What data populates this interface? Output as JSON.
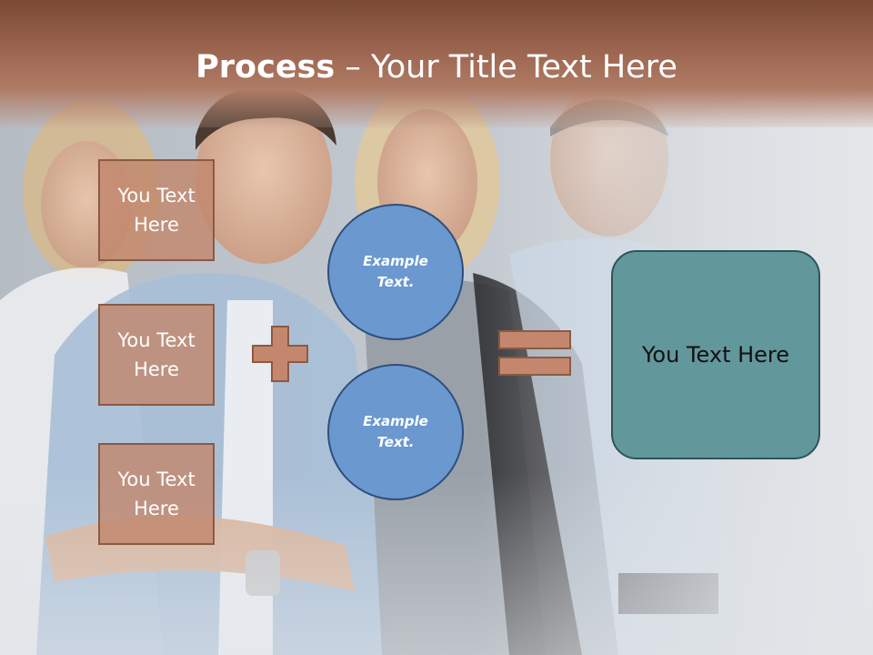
{
  "slide": {
    "title_bold": "Process",
    "title_rest": " – Your Title Text Here"
  },
  "inputs": [
    {
      "text": "You Text Here"
    },
    {
      "text": "You Text Here"
    },
    {
      "text": "You Text Here"
    }
  ],
  "circles": [
    {
      "text": "Example Text."
    },
    {
      "text": "Example Text."
    }
  ],
  "result": {
    "text": "You Text Here"
  },
  "colors": {
    "header": "#9c6550",
    "box_fill": "#c4876e",
    "circle_fill": "#6a98cf",
    "result_fill": "#62979b"
  }
}
